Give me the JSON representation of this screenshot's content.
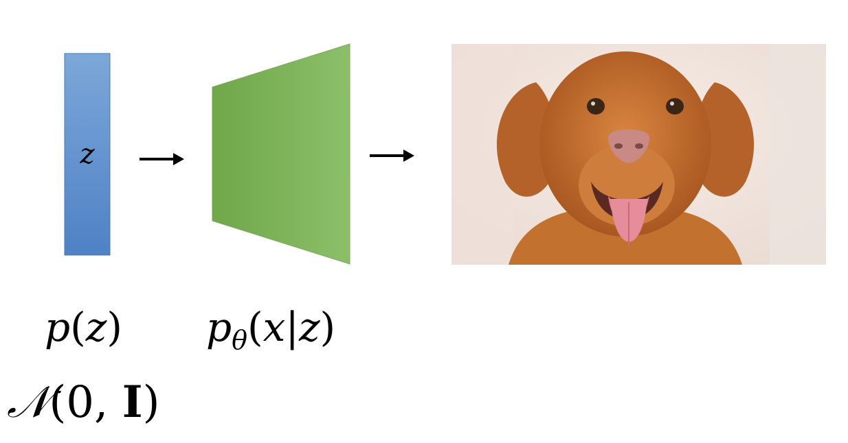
{
  "latent": {
    "symbol": "z",
    "color_top": "#7ca7d9",
    "color_bottom": "#4f81c5"
  },
  "decoder": {
    "color_left": "#6fa74a",
    "color_right": "#8cbf6a"
  },
  "output_image": {
    "subject": "dog-photo",
    "background_color": "#f1e4dd",
    "fur_color": "#c06a2f"
  },
  "labels": {
    "prior": {
      "p": "p",
      "open": "(",
      "var": "z",
      "close": ")"
    },
    "likelihood": {
      "p": "p",
      "sub": "θ",
      "open": "(",
      "x": "x",
      "bar": "|",
      "z": "z",
      "close": ")"
    },
    "distribution": {
      "N": "𝒩",
      "open": "(",
      "zero": "0",
      "comma": ", ",
      "I": "I",
      "close": ")"
    }
  },
  "arrow_icon": "right-arrow-icon"
}
